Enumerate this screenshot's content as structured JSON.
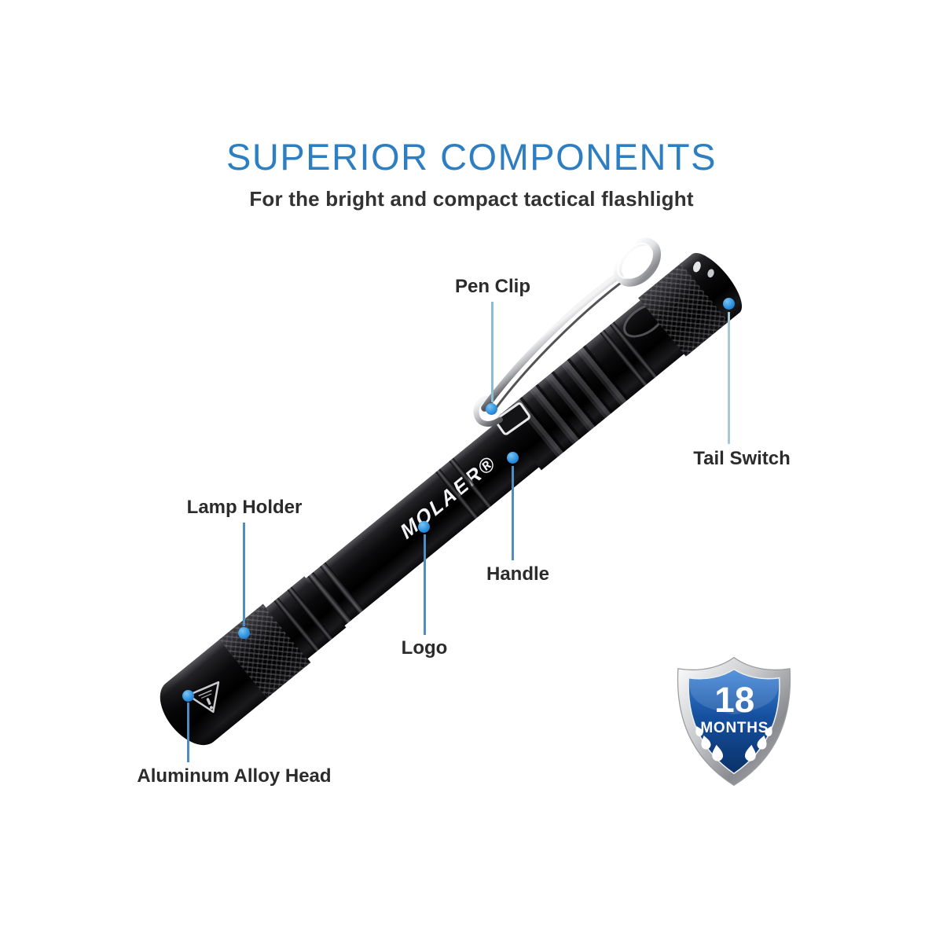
{
  "header": {
    "title": "SUPERIOR COMPONENTS",
    "subtitle": "For the bright and compact tactical flashlight"
  },
  "flashlight": {
    "brand": "MOLAER®",
    "body_color": "#0a0a0c"
  },
  "callouts": {
    "pen_clip": {
      "label": "Pen Clip"
    },
    "tail_switch": {
      "label": "Tail Switch"
    },
    "lamp_holder": {
      "label": "Lamp Holder"
    },
    "handle": {
      "label": "Handle"
    },
    "logo": {
      "label": "Logo"
    },
    "aluminum_alloy_head": {
      "label": "Aluminum Alloy Head"
    }
  },
  "badge": {
    "number": "18",
    "unit": "MONTHS"
  },
  "colors": {
    "title_blue": "#2e7fc2",
    "label_text": "#2b2b2b",
    "leader_line": "#4f8cc4",
    "leader_line_light": "#a9c8d2",
    "dot_blue": "#2e93e0",
    "badge_blue_dark": "#0a3168",
    "badge_blue_light": "#3f86d8",
    "badge_silver": "#c9cacd"
  }
}
